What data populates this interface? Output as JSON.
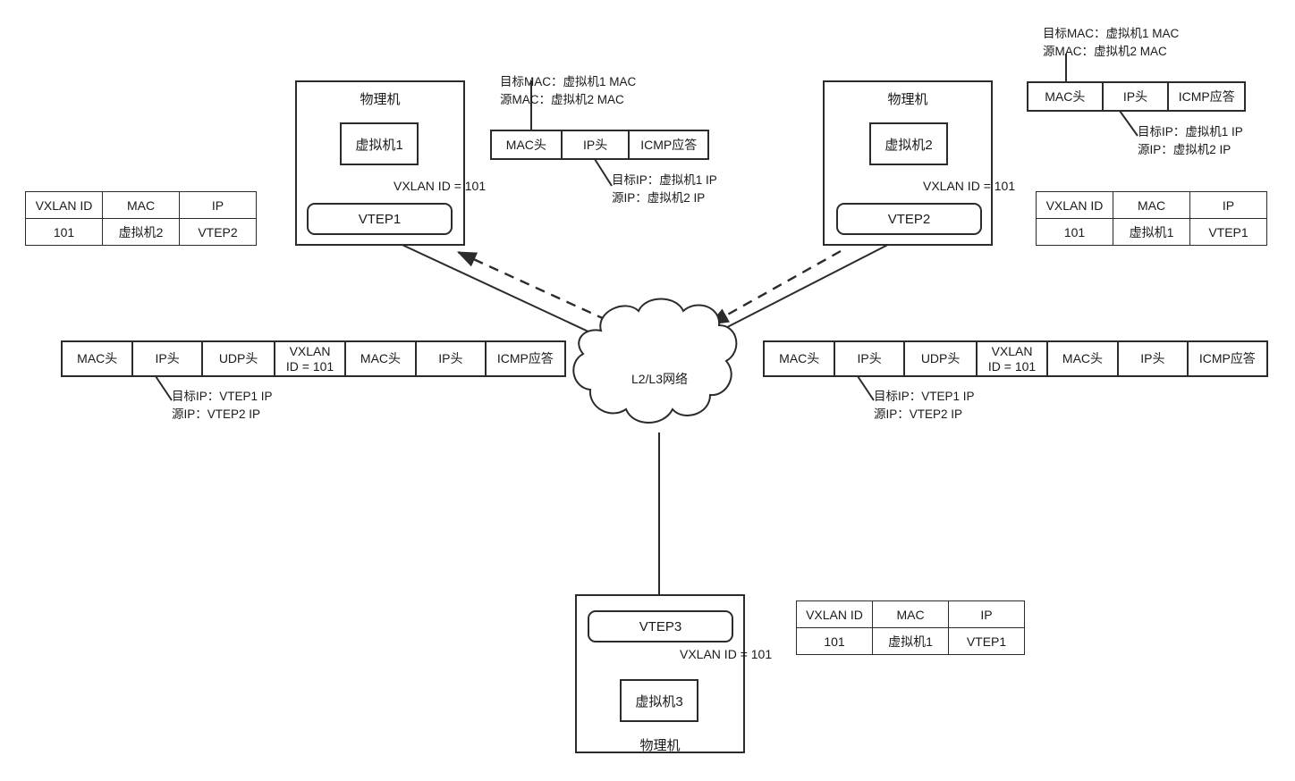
{
  "diagram": {
    "title": "VXLAN ICMP reply packet flow",
    "cloud_label": "L2/L3网络",
    "stroke_color": "#2b2b2b",
    "background": "#ffffff"
  },
  "hosts": {
    "left": {
      "title": "物理机",
      "vm_label": "虚拟机1",
      "vtep_label": "VTEP1",
      "vxlan_label": "VXLAN ID = 101"
    },
    "right": {
      "title": "物理机",
      "vm_label": "虚拟机2",
      "vtep_label": "VTEP2",
      "vxlan_label": "VXLAN ID = 101"
    },
    "bottom": {
      "title": "物理机",
      "vm_label": "虚拟机3",
      "vtep_label": "VTEP3",
      "vxlan_label": "VXLAN ID = 101"
    }
  },
  "packets": {
    "inner_top_left": {
      "cells": [
        "MAC头",
        "IP头",
        "ICMP应答"
      ],
      "mac_annotation": "目标MAC：虚拟机1 MAC\n源MAC：虚拟机2 MAC",
      "ip_annotation": "目标IP：虚拟机1 IP\n源IP：虚拟机2 IP"
    },
    "inner_top_right": {
      "cells": [
        "MAC头",
        "IP头",
        "ICMP应答"
      ],
      "mac_annotation": "目标MAC：虚拟机1 MAC\n源MAC：虚拟机2 MAC",
      "ip_annotation": "目标IP：虚拟机1 IP\n源IP：虚拟机2 IP"
    },
    "encap_left": {
      "cells": [
        "MAC头",
        "IP头",
        "UDP头",
        "VXLAN\nID = 101",
        "MAC头",
        "IP头",
        "ICMP应答"
      ],
      "ip_annotation": "目标IP：VTEP1 IP\n源IP：VTEP2 IP"
    },
    "encap_right": {
      "cells": [
        "MAC头",
        "IP头",
        "UDP头",
        "VXLAN\nID = 101",
        "MAC头",
        "IP头",
        "ICMP应答"
      ],
      "ip_annotation": "目标IP：VTEP1 IP\n源IP：VTEP2 IP"
    }
  },
  "tables": {
    "headers": [
      "VXLAN ID",
      "MAC",
      "IP"
    ],
    "left": {
      "rows": [
        [
          "101",
          "虚拟机2",
          "VTEP2"
        ]
      ]
    },
    "right": {
      "rows": [
        [
          "101",
          "虚拟机1",
          "VTEP1"
        ]
      ]
    },
    "bottom": {
      "rows": [
        [
          "101",
          "虚拟机1",
          "VTEP1"
        ]
      ]
    }
  }
}
